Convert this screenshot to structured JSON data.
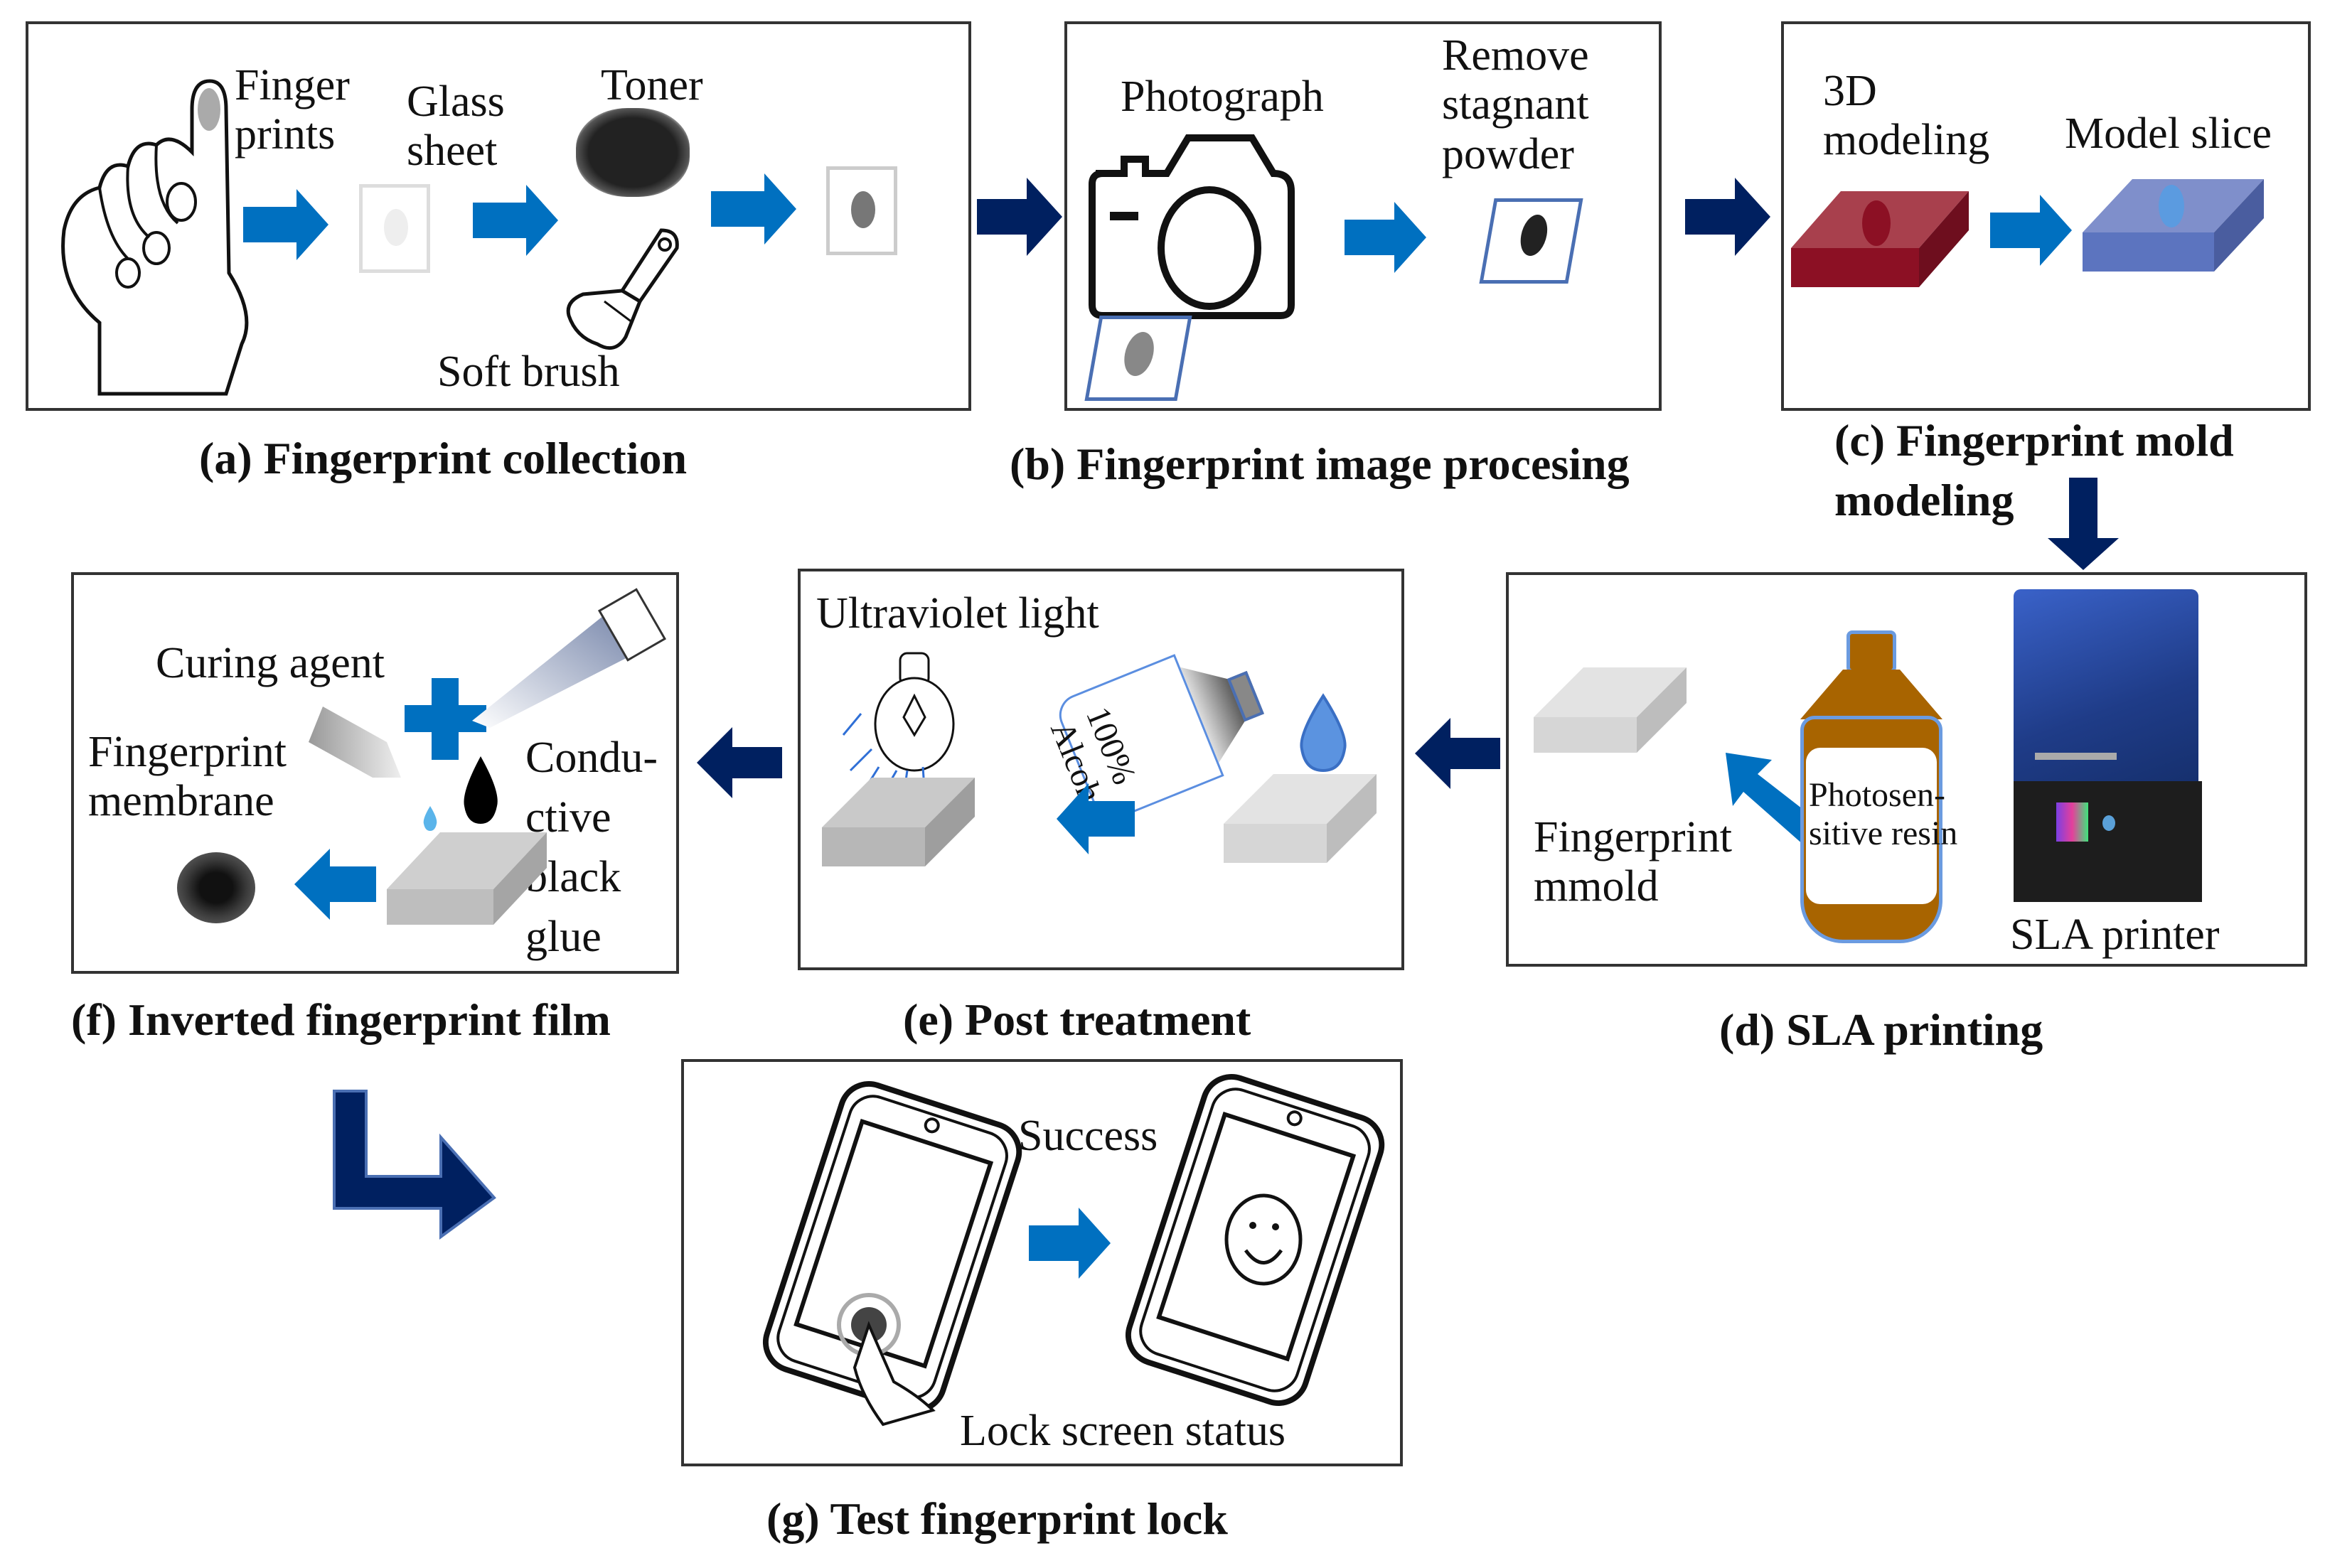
{
  "colors": {
    "arrow_blue": "#0070C0",
    "arrow_navy": "#002060",
    "mold_red": "#9B1B30",
    "slice_blue": "#6F86C9",
    "resin_brown": "#A86400",
    "printer_blue": "#1F3C88"
  },
  "panels": {
    "a": {
      "caption": "(a) Fingerprint collection",
      "labels": {
        "finger_prints_1": "Finger",
        "finger_prints_2": "prints",
        "glass_sheet_1": "Glass",
        "glass_sheet_2": "sheet",
        "toner": "Toner",
        "soft_brush": "Soft brush"
      }
    },
    "b": {
      "caption": "(b) Fingerprint image procesing",
      "labels": {
        "photograph": "Photograph",
        "remove_1": "Remove",
        "remove_2": "stagnant",
        "remove_3": "powder"
      }
    },
    "c": {
      "caption_1": "(c) Fingerprint mold",
      "caption_2": "modeling",
      "labels": {
        "modeling_1": "3D",
        "modeling_2": "modeling",
        "model_slice": "Model slice"
      }
    },
    "d": {
      "caption": "(d) SLA printing",
      "labels": {
        "mold_1": "Fingerprint",
        "mold_2": "mmold",
        "resin_1": "Photosen-",
        "resin_2": "sitive resin",
        "printer": "SLA printer"
      }
    },
    "e": {
      "caption": "(e) Post treatment",
      "labels": {
        "uv": "Ultraviolet light",
        "alcohol_1": "100%",
        "alcohol_2": "Alcohol"
      }
    },
    "f": {
      "caption": "(f) Inverted fingerprint film",
      "labels": {
        "curing_agent": "Curing agent",
        "membrane_1": "Fingerprint",
        "membrane_2": "membrane",
        "glue_1": "Condu-",
        "glue_2": "ctive",
        "glue_3": "black",
        "glue_4": "glue"
      }
    },
    "g": {
      "caption": "(g) Test fingerprint lock",
      "labels": {
        "success": "Success",
        "lock_status": "Lock screen status"
      }
    }
  }
}
